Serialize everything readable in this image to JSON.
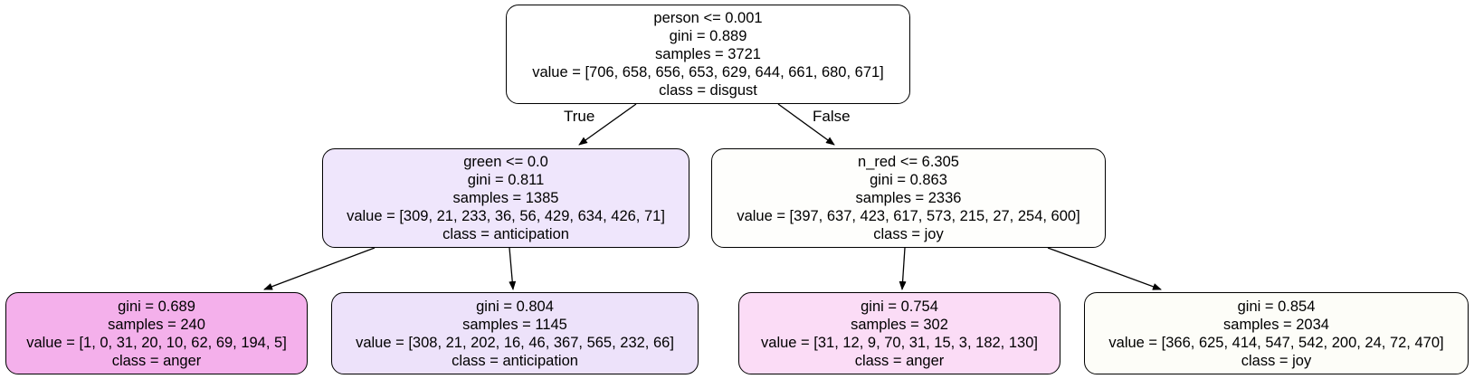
{
  "nodes": [
    {
      "lines": [
        "person <= 0.001",
        "gini = 0.889",
        "samples = 3721",
        "value = [706, 658, 656, 653, 629, 644, 661, 680, 671]",
        "class = disgust"
      ],
      "fill": "#ffffff"
    },
    {
      "lines": [
        "green <= 0.0",
        "gini = 0.811",
        "samples = 1385",
        "value = [309, 21, 233, 36, 56, 429, 634, 426, 71]",
        "class = anticipation"
      ],
      "fill": "#efe6fc"
    },
    {
      "lines": [
        "n_red <= 6.305",
        "gini = 0.863",
        "samples = 2336",
        "value = [397, 637, 423, 617, 573, 215, 27, 254, 600]",
        "class = joy"
      ],
      "fill": "#fefefc"
    },
    {
      "lines": [
        "gini = 0.689",
        "samples = 240",
        "value = [1, 0, 31, 20, 10, 62, 69, 194, 5]",
        "class = anger"
      ],
      "fill": "#f4b0eb"
    },
    {
      "lines": [
        "gini = 0.804",
        "samples = 1145",
        "value = [308, 21, 202, 16, 46, 367, 565, 232, 66]",
        "class = anticipation"
      ],
      "fill": "#ede2fa"
    },
    {
      "lines": [
        "gini = 0.754",
        "samples = 302",
        "value = [31, 12, 9, 70, 31, 15, 3, 182, 130]",
        "class = anger"
      ],
      "fill": "#fbdcf6"
    },
    {
      "lines": [
        "gini = 0.854",
        "samples = 2034",
        "value = [366, 625, 414, 547, 542, 200, 24, 72, 470]",
        "class = joy"
      ],
      "fill": "#fdfdf8"
    }
  ],
  "edge_labels": {
    "true": "True",
    "false": "False"
  }
}
